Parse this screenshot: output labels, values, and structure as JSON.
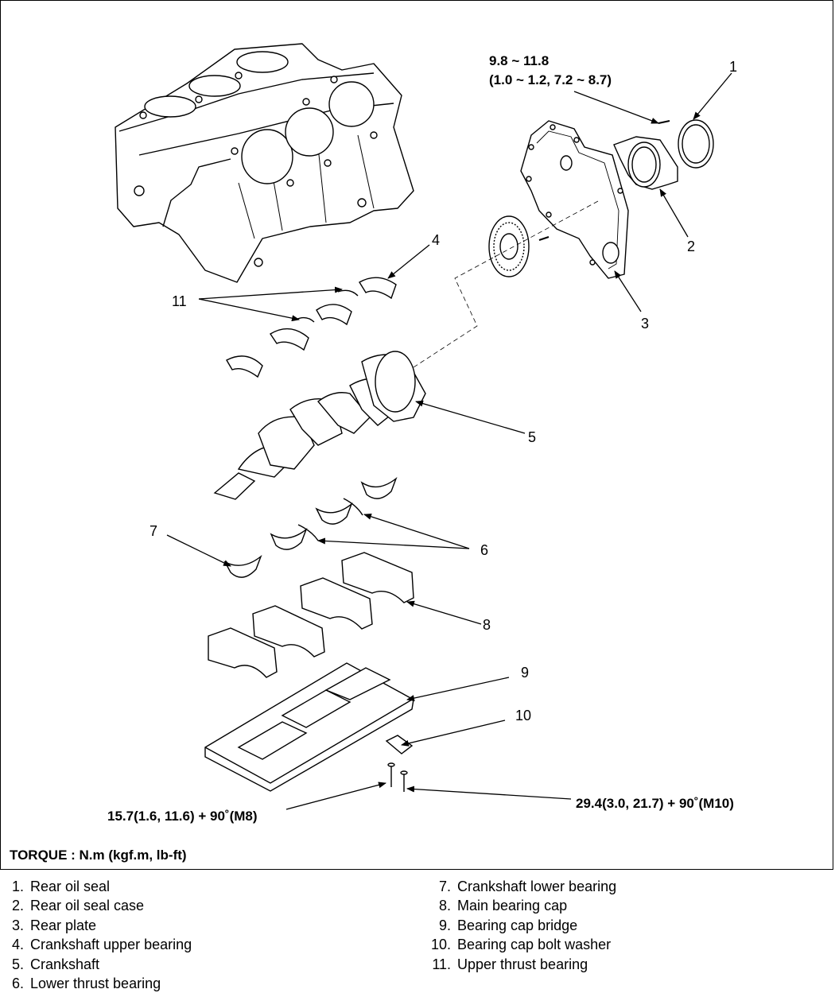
{
  "torques": {
    "rear_seal_bolt_line1": "9.8 ~ 11.8",
    "rear_seal_bolt_line2": "(1.0 ~ 1.2, 7.2 ~ 8.7)",
    "m8_bolt": "15.7(1.6, 11.6) + 90˚(M8)",
    "m10_bolt": "29.4(3.0, 21.7) + 90˚(M10)"
  },
  "callouts": {
    "c1": "1",
    "c2": "2",
    "c3": "3",
    "c4": "4",
    "c5": "5",
    "c6": "6",
    "c7": "7",
    "c8": "8",
    "c9": "9",
    "c10": "10",
    "c11": "11"
  },
  "torque_unit_note": "TORQUE : N.m (kgf.m, lb-ft)",
  "legend": {
    "left": [
      {
        "num": "1.",
        "text": "Rear oil seal"
      },
      {
        "num": "2.",
        "text": "Rear oil seal case"
      },
      {
        "num": "3.",
        "text": "Rear plate"
      },
      {
        "num": "4.",
        "text": "Crankshaft upper bearing"
      },
      {
        "num": "5.",
        "text": "Crankshaft"
      },
      {
        "num": "6.",
        "text": "Lower thrust bearing"
      }
    ],
    "right": [
      {
        "num": "7.",
        "text": "Crankshaft lower bearing"
      },
      {
        "num": "8.",
        "text": "Main bearing cap"
      },
      {
        "num": "9.",
        "text": "Bearing cap bridge"
      },
      {
        "num": "10.",
        "text": "Bearing cap bolt washer"
      },
      {
        "num": "11.",
        "text": "Upper thrust bearing"
      }
    ]
  }
}
